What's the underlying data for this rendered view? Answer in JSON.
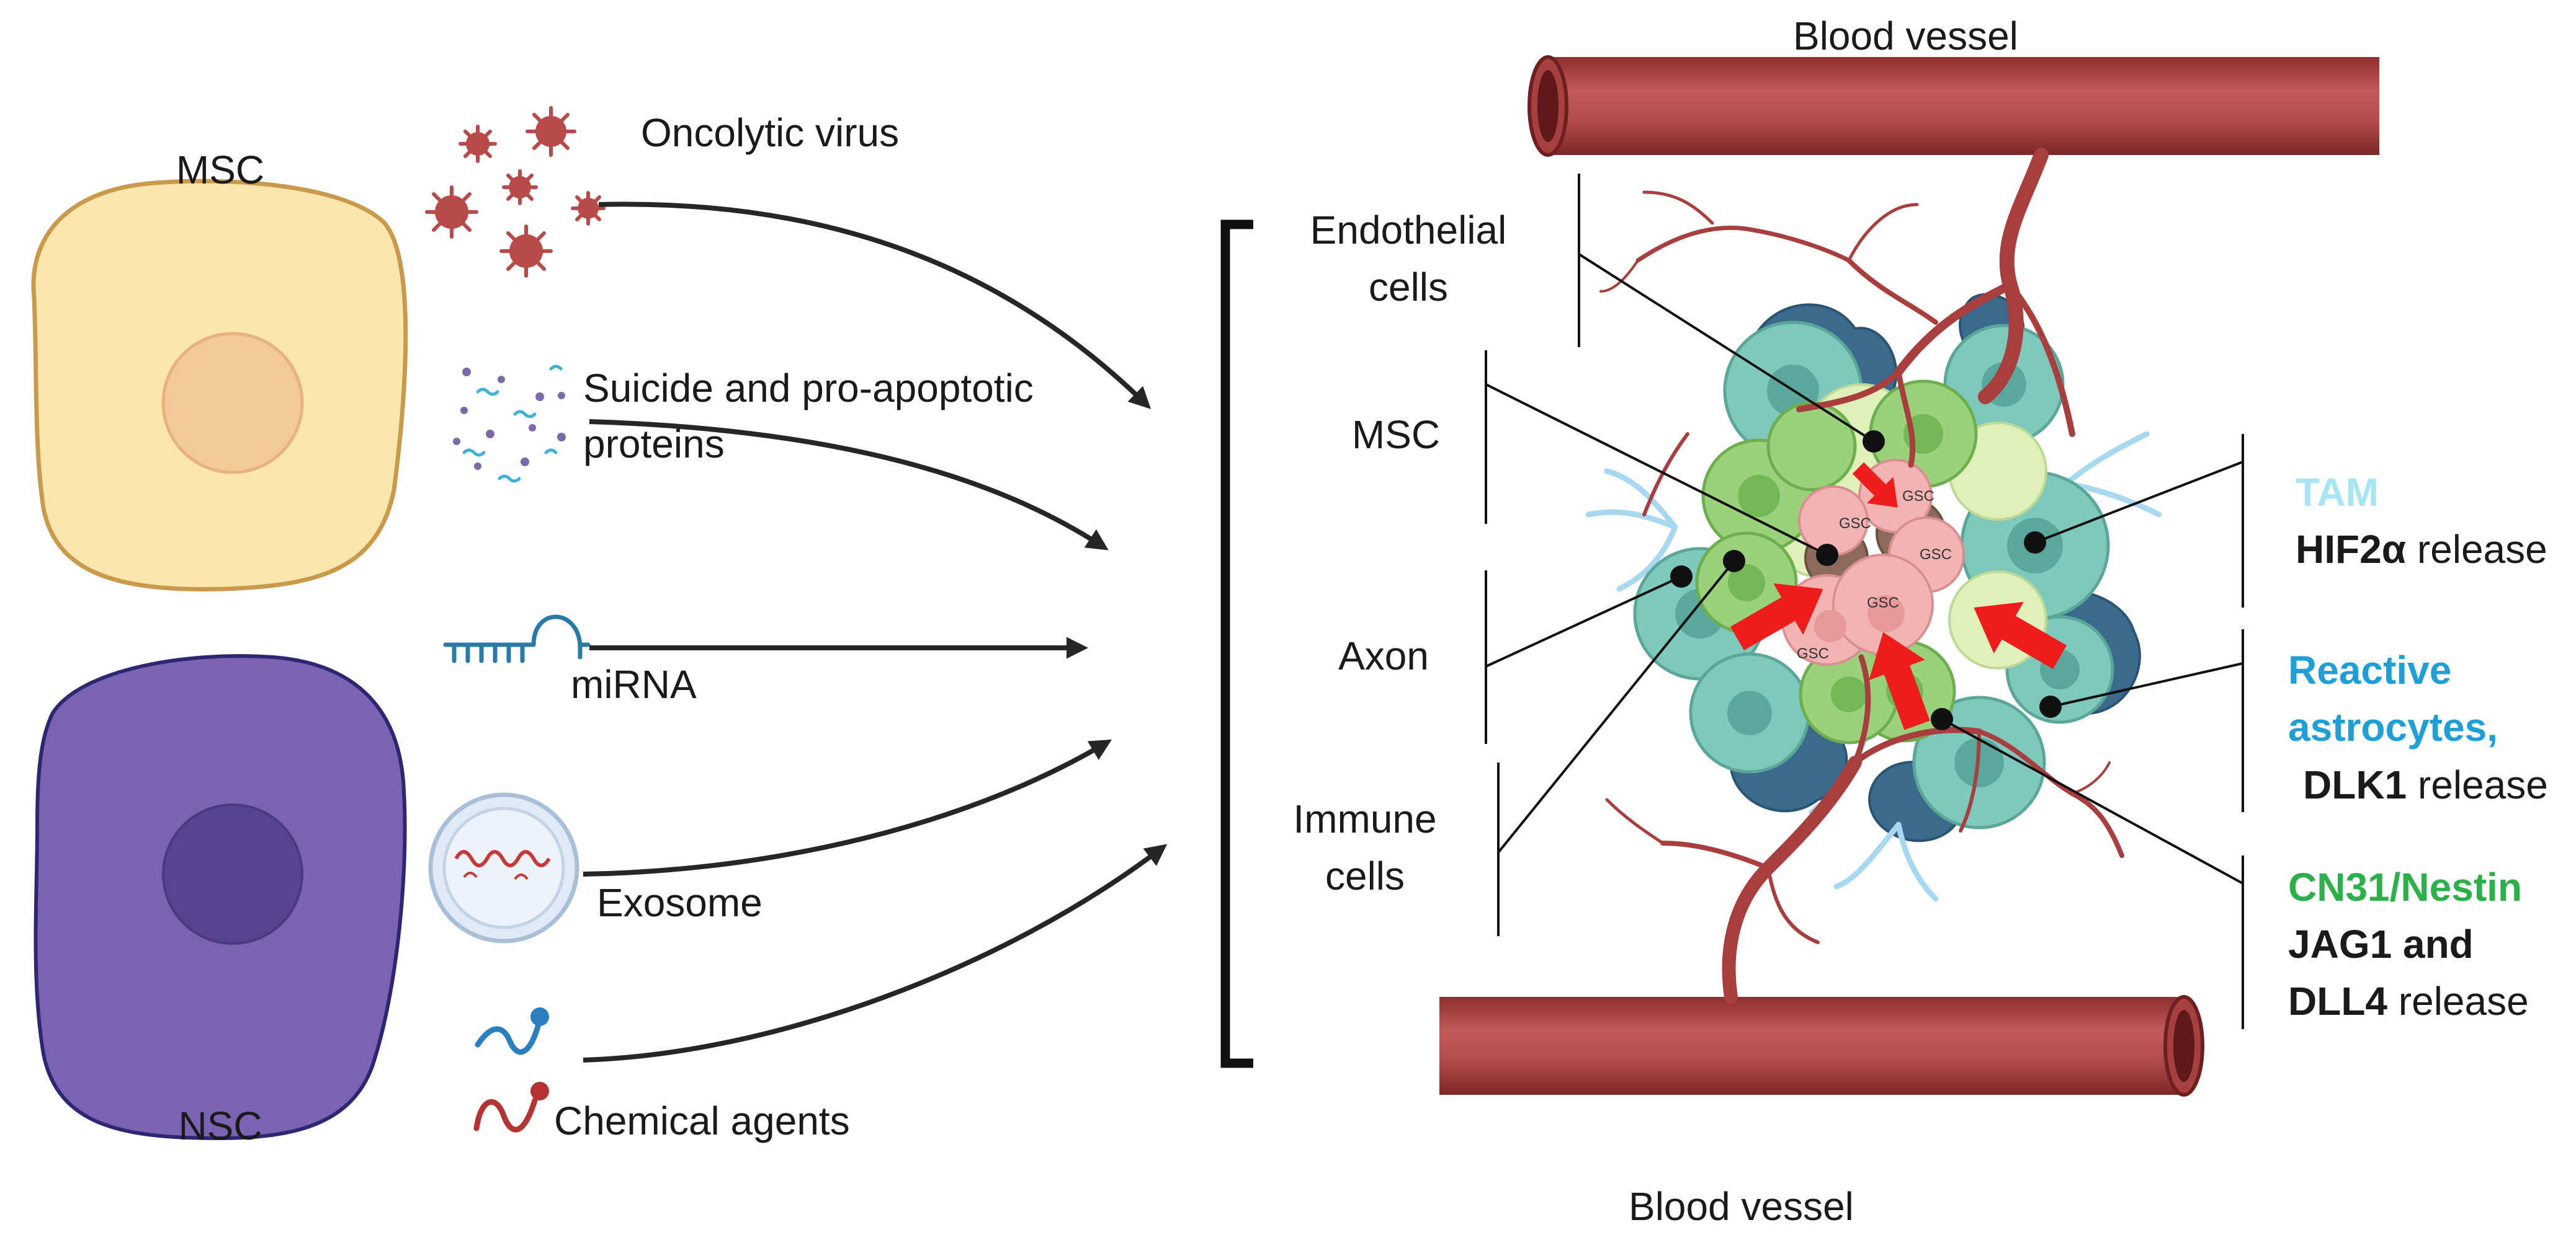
{
  "labels": {
    "msc_cell": "MSC",
    "nsc_cell": "NSC",
    "oncolytic_virus": "Oncolytic virus",
    "suicide_line1": "Suicide and pro-apoptotic",
    "suicide_line2": "proteins",
    "mirna": "miRNA",
    "exosome": "Exosome",
    "chemical_agents": "Chemical agents",
    "blood_vessel_top": "Blood vessel",
    "blood_vessel_bottom": "Blood vessel",
    "endothelial_line1": "Endothelial",
    "endothelial_line2": "cells",
    "msc_tme": "MSC",
    "axon": "Axon",
    "immune_line1": "Immune",
    "immune_line2": "cells",
    "tam": "TAM",
    "hif2a_bold": "HIF2α",
    "hif2a_rest": " release",
    "reactive_line1": "Reactive",
    "reactive_line2": "astrocytes,",
    "dlk1_bold": "DLK1",
    "dlk1_rest": " release",
    "cn31": "CN31/Nestin",
    "jag1": "JAG1",
    "and": " and",
    "dll4": "DLL4",
    "dll4_rest": " release",
    "gsc": "GSC"
  },
  "colors": {
    "msc_fill": "#fbe7ad",
    "msc_stroke": "#c99a4b",
    "msc_nucleus": "#f4c99a",
    "nsc_fill": "#7a64b1",
    "nsc_stroke": "#2e2573",
    "nsc_nucleus": "#564391",
    "vessel": "#b34c4c",
    "vessel_dark": "#8e2f2f",
    "arrow": "#262626",
    "red_arrow": "#ee1c1c",
    "gsc_pink": "#f2b3b3",
    "tam_text": "#a6e6f2",
    "astro_text": "#1f9fd6",
    "cn31_text": "#2bb04a"
  }
}
